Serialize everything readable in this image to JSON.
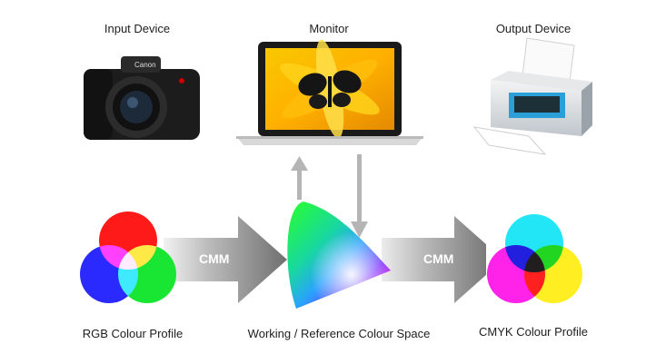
{
  "devices": {
    "input": {
      "label": "Input Device",
      "icon": "camera-icon",
      "brand": "Canon"
    },
    "monitor": {
      "label": "Monitor",
      "icon": "laptop-monitor-icon"
    },
    "output": {
      "label": "Output Device",
      "icon": "printer-icon"
    }
  },
  "profiles": {
    "rgb": {
      "label": "RGB Colour Profile",
      "icon": "rgb-circles-icon"
    },
    "working": {
      "label": "Working / Reference Colour Space",
      "icon": "gamut-diagram-icon"
    },
    "cmyk": {
      "label": "CMYK Colour Profile",
      "icon": "cmyk-circles-icon"
    }
  },
  "arrows": {
    "left_label": "CMM",
    "right_label": "CMM"
  },
  "colors": {
    "arrow_fill": "#8a8a8a",
    "vertical_arrow": "#b5b5b5",
    "rgb_red": "#ff1a1a",
    "rgb_green": "#19e632",
    "rgb_blue": "#2a2aff",
    "cmy_cyan": "#22e5f5",
    "cmy_magenta": "#ff22e8",
    "cmy_yellow": "#ffee22"
  }
}
